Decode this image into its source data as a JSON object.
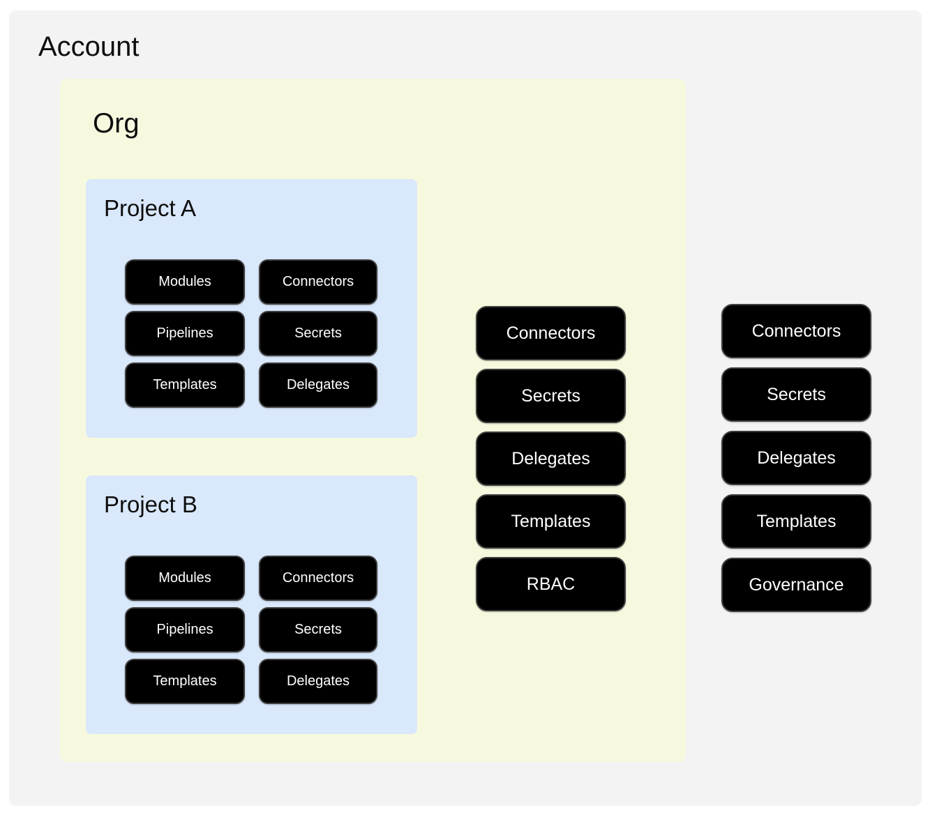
{
  "colors": {
    "page_bg": "#ffffff",
    "account_bg": "#f3f3f3",
    "org_bg": "#f7f9df",
    "project_bg": "#d9e8fb",
    "pill_bg": "#000000",
    "pill_border": "#3d3d3d",
    "pill_text": "#ffffff",
    "title_text": "#0e0e0e"
  },
  "account": {
    "title": "Account",
    "pills": [
      "Connectors",
      "Secrets",
      "Delegates",
      "Templates",
      "Governance"
    ],
    "org": {
      "title": "Org",
      "pills": [
        "Connectors",
        "Secrets",
        "Delegates",
        "Templates",
        "RBAC"
      ],
      "projects": [
        {
          "title": "Project A",
          "pills": [
            "Modules",
            "Connectors",
            "Pipelines",
            "Secrets",
            "Templates",
            "Delegates"
          ]
        },
        {
          "title": "Project B",
          "pills": [
            "Modules",
            "Connectors",
            "Pipelines",
            "Secrets",
            "Templates",
            "Delegates"
          ]
        }
      ]
    }
  }
}
